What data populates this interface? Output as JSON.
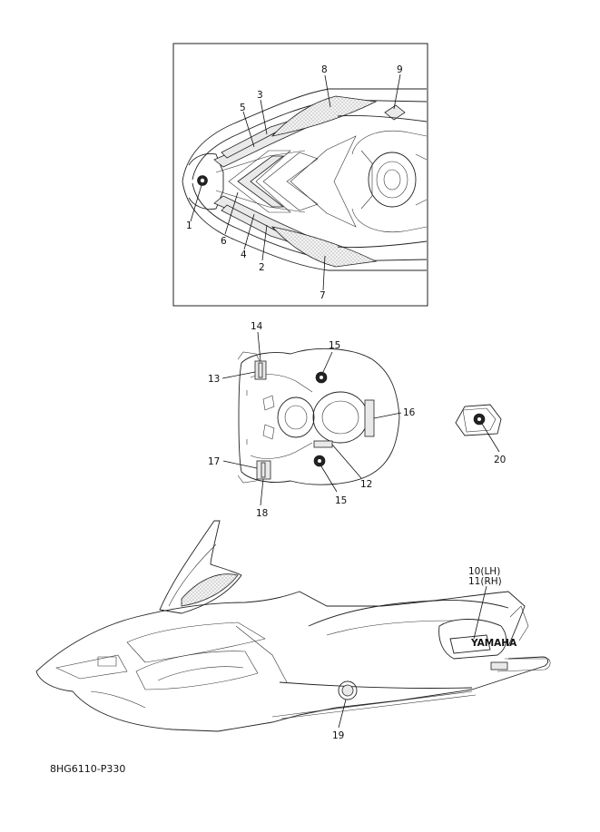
{
  "callouts": {
    "c1": "1",
    "c2": "2",
    "c3": "3",
    "c4": "4",
    "c5": "5",
    "c6": "6",
    "c7": "7",
    "c8": "8",
    "c9": "9",
    "c10": "10(LH)",
    "c11": "11(RH)",
    "c12": "12",
    "c13": "13",
    "c14": "14",
    "c15a": "15",
    "c15b": "15",
    "c16": "16",
    "c17": "17",
    "c18": "18",
    "c19": "19",
    "c20": "20"
  },
  "emblem_text": "YAMAHA",
  "diagram_code": "8HG6110-P330"
}
